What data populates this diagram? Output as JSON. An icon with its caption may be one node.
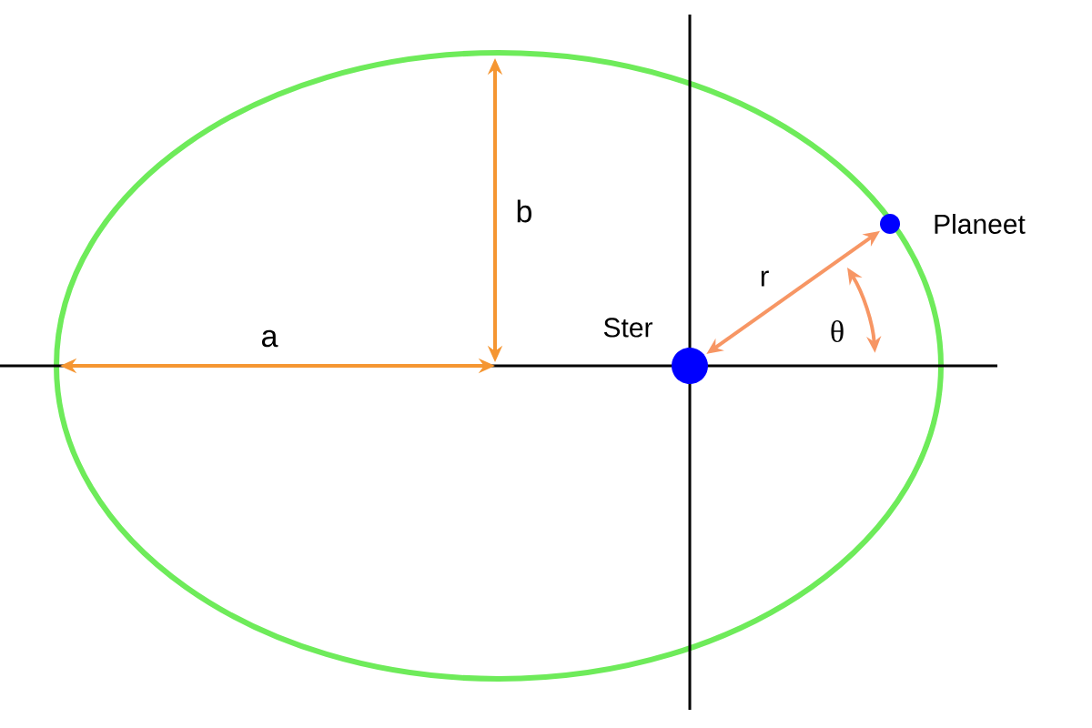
{
  "diagram": {
    "nodes": [
      {
        "text": [],
        "shape": "circle",
        "beside": [
          "Ster"
        ]
      },
      {
        "text": [],
        "shape": "circle",
        "beside": [
          "Planeet"
        ]
      }
    ],
    "edges": [
      {
        "from": 1,
        "to": 0,
        "arrow": "both",
        "label": "r"
      }
    ],
    "labels": [
      "b",
      "a",
      "θ"
    ]
  }
}
